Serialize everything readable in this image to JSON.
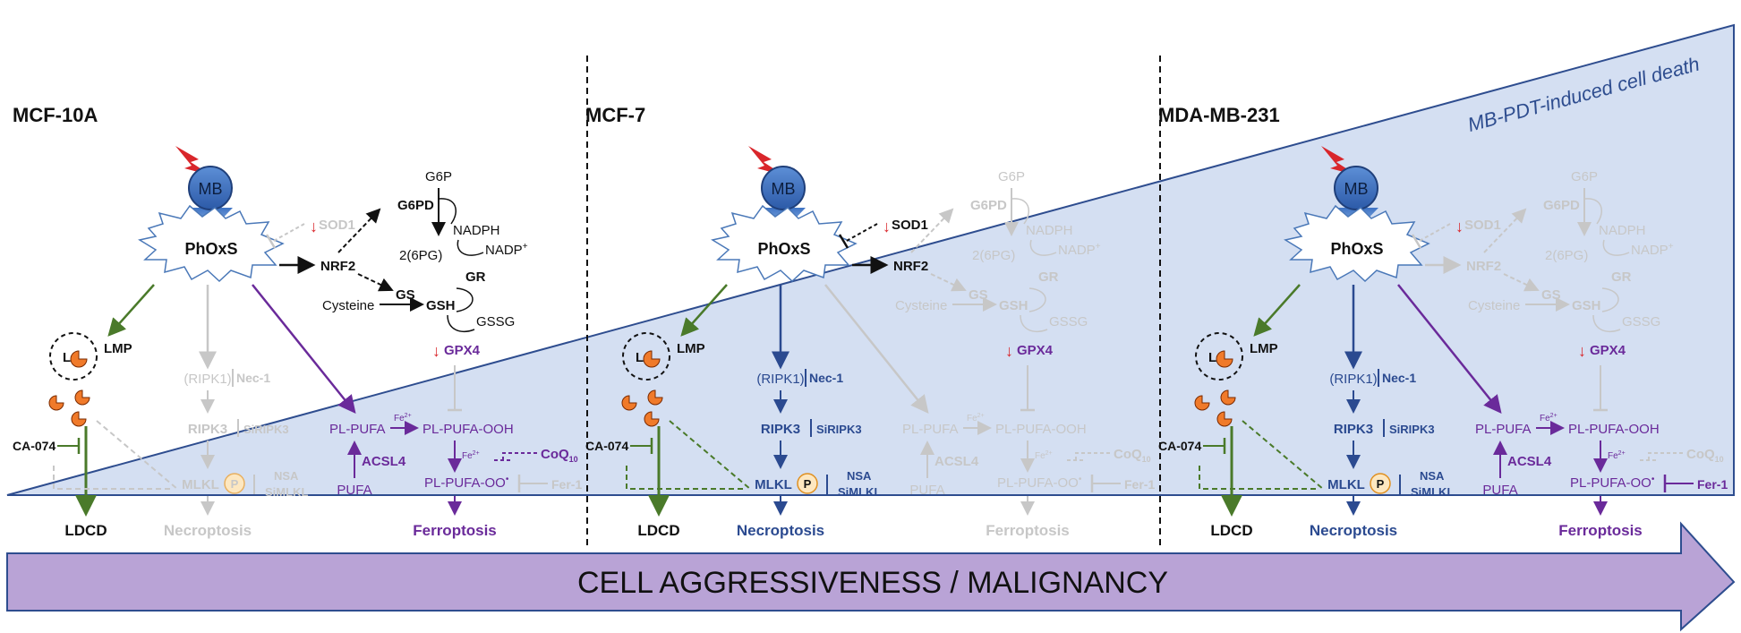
{
  "banner": {
    "text": "CELL AGGRESSIVENESS / MALIGNANCY",
    "color": "#b9a3d6"
  },
  "triangle": {
    "label": "MB-PDT-induced cell death",
    "fill": "#d4dff2",
    "stroke": "#2e4d8f"
  },
  "colors": {
    "green": "#4a7a2a",
    "purple": "#6a2a9a",
    "blue": "#2b4a90",
    "grey": "#c7c7c7",
    "red": "#d9262b",
    "orange": "#f07a2a"
  },
  "panels": [
    {
      "cell_line": "MCF-10A",
      "mb": "MB",
      "phoxs": "PhOxS",
      "sod1": "SOD1",
      "nrf2": "NRF2",
      "g6p": "G6P",
      "g6pd": "G6PD",
      "nadph": "NADPH",
      "nadp": "NADP",
      "nadp_sup": "+",
      "pg": "2(6PG)",
      "gr": "GR",
      "gs": "GS",
      "cysteine": "Cysteine",
      "gsh": "GSH",
      "gssg": "GSSG",
      "gpx4": "GPX4",
      "lmp": "LMP",
      "lys": "L",
      "ca074": "CA-074",
      "ldcd": "LDCD",
      "ripk1": "(RIPK1)",
      "nec1": "Nec-1",
      "ripk3": "RIPK3",
      "siripk3": "SiRIPK3",
      "mlkl": "MLKL",
      "p": "P",
      "nsa": "NSA",
      "simlkl": "SiMLKL",
      "necroptosis": "Necroptosis",
      "plpufa": "PL-PUFA",
      "fe": "Fe",
      "fe_sup": "2+",
      "plpufaooh": "PL-PUFA-OOH",
      "acsl4": "ACSL4",
      "pufa": "PUFA",
      "plpufaoo": "PL-PUFA-OO",
      "dot": "•",
      "coq": "CoQ",
      "coq_sub": "10",
      "fer1": "Fer-1",
      "ferroptosis": "Ferroptosis"
    },
    {
      "cell_line": "MCF-7",
      "mb": "MB",
      "phoxs": "PhOxS",
      "sod1": "SOD1",
      "nrf2": "NRF2",
      "g6p": "G6P",
      "g6pd": "G6PD",
      "nadph": "NADPH",
      "nadp": "NADP",
      "nadp_sup": "+",
      "pg": "2(6PG)",
      "gr": "GR",
      "gs": "GS",
      "cysteine": "Cysteine",
      "gsh": "GSH",
      "gssg": "GSSG",
      "gpx4": "GPX4",
      "lmp": "LMP",
      "lys": "L",
      "ca074": "CA-074",
      "ldcd": "LDCD",
      "ripk1": "(RIPK1)",
      "nec1": "Nec-1",
      "ripk3": "RIPK3",
      "siripk3": "SiRIPK3",
      "mlkl": "MLKL",
      "p": "P",
      "nsa": "NSA",
      "simlkl": "SiMLKL",
      "necroptosis": "Necroptosis",
      "plpufa": "PL-PUFA",
      "fe": "Fe",
      "fe_sup": "2+",
      "plpufaooh": "PL-PUFA-OOH",
      "acsl4": "ACSL4",
      "pufa": "PUFA",
      "plpufaoo": "PL-PUFA-OO",
      "dot": "•",
      "coq": "CoQ",
      "coq_sub": "10",
      "fer1": "Fer-1",
      "ferroptosis": "Ferroptosis"
    },
    {
      "cell_line": "MDA-MB-231",
      "mb": "MB",
      "phoxs": "PhOxS",
      "sod1": "SOD1",
      "nrf2": "NRF2",
      "g6p": "G6P",
      "g6pd": "G6PD",
      "nadph": "NADPH",
      "nadp": "NADP",
      "nadp_sup": "+",
      "pg": "2(6PG)",
      "gr": "GR",
      "gs": "GS",
      "cysteine": "Cysteine",
      "gsh": "GSH",
      "gssg": "GSSG",
      "gpx4": "GPX4",
      "lmp": "LMP",
      "lys": "L",
      "ca074": "CA-074",
      "ldcd": "LDCD",
      "ripk1": "(RIPK1)",
      "nec1": "Nec-1",
      "ripk3": "RIPK3",
      "siripk3": "SiRIPK3",
      "mlkl": "MLKL",
      "p": "P",
      "nsa": "NSA",
      "simlkl": "SiMLKL",
      "necroptosis": "Necroptosis",
      "plpufa": "PL-PUFA",
      "fe": "Fe",
      "fe_sup": "2+",
      "plpufaooh": "PL-PUFA-OOH",
      "acsl4": "ACSL4",
      "pufa": "PUFA",
      "plpufaoo": "PL-PUFA-OO",
      "dot": "•",
      "coq": "CoQ",
      "coq_sub": "10",
      "fer1": "Fer-1",
      "ferroptosis": "Ferroptosis"
    }
  ]
}
